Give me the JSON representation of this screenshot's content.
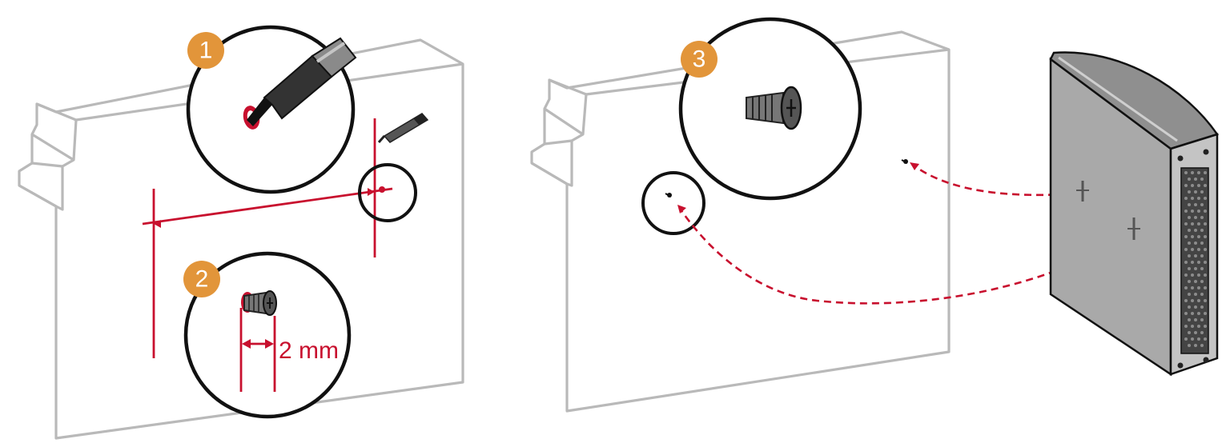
{
  "steps": {
    "step1": {
      "label": "1"
    },
    "step2": {
      "label": "2"
    },
    "step3": {
      "label": "3"
    }
  },
  "dimension": {
    "label": "2 mm"
  },
  "colors": {
    "accent": "#e2953a",
    "marking": "#c8102e",
    "wall_outline": "#b9b9b9",
    "callout_outline": "#111111",
    "device_body": "#a9a9a9"
  },
  "icons": {
    "marker": "marker-pen-icon",
    "screw": "screw-icon",
    "device": "network-device-icon"
  }
}
